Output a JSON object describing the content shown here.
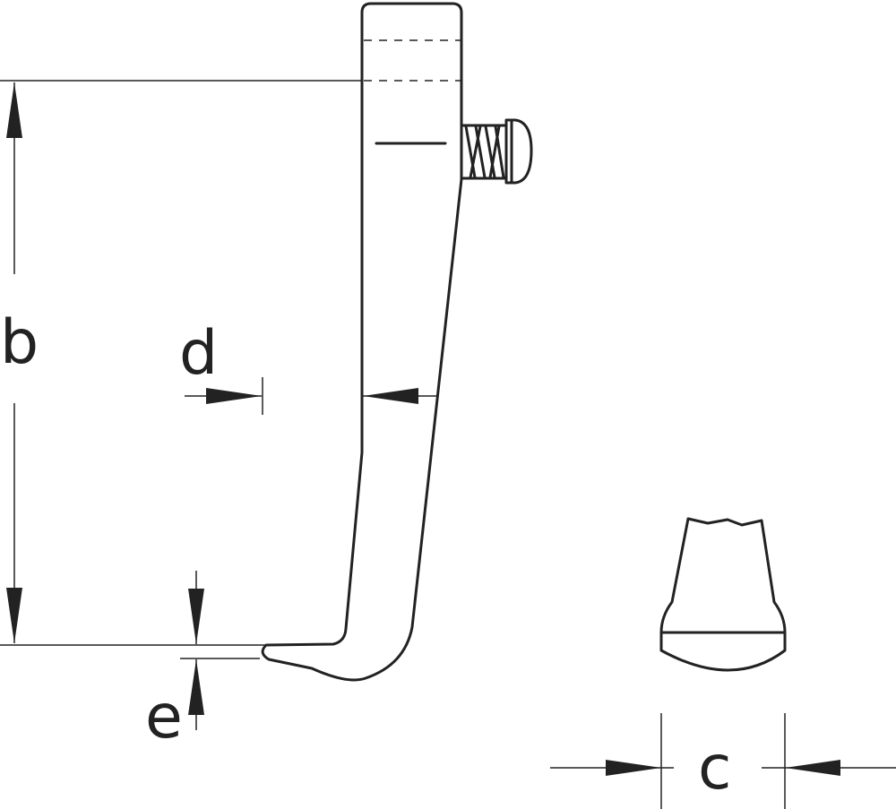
{
  "diagram": {
    "labels": {
      "b": "b",
      "d": "d",
      "e": "e",
      "c": "c"
    },
    "colors": {
      "line": "#222222",
      "background": "#ffffff"
    }
  }
}
